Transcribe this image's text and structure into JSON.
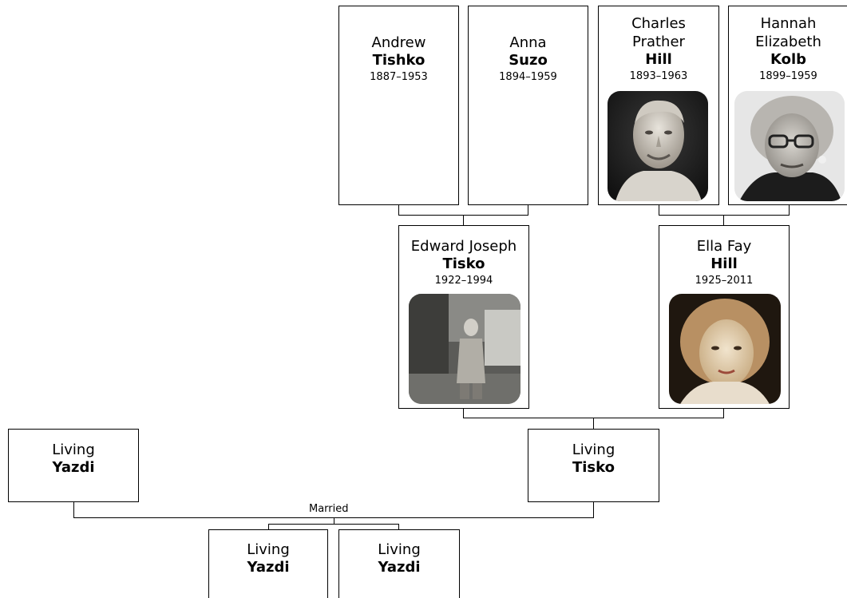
{
  "people": {
    "andrew": {
      "given": "Andrew",
      "surname": "Tishko",
      "dates": "1887–1953"
    },
    "anna": {
      "given": "Anna",
      "surname": "Suzo",
      "dates": "1894–1959"
    },
    "charles": {
      "given1": "Charles",
      "given2": "Prather",
      "surname": "Hill",
      "dates": "1893–1963"
    },
    "hannah": {
      "given1": "Hannah",
      "given2": "Elizabeth",
      "surname": "Kolb",
      "dates": "1899–1959"
    },
    "edward": {
      "given": "Edward Joseph",
      "surname": "Tisko",
      "dates": "1922–1994"
    },
    "ella": {
      "given": "Ella Fay",
      "surname": "Hill",
      "dates": "1925–2011"
    },
    "living_yazdi_spouse": {
      "given": "Living",
      "surname": "Yazdi"
    },
    "living_tisko": {
      "given": "Living",
      "surname": "Tisko"
    },
    "child1": {
      "given": "Living",
      "surname": "Yazdi"
    },
    "child2": {
      "given": "Living",
      "surname": "Yazdi"
    }
  },
  "marriage_label": "Married"
}
